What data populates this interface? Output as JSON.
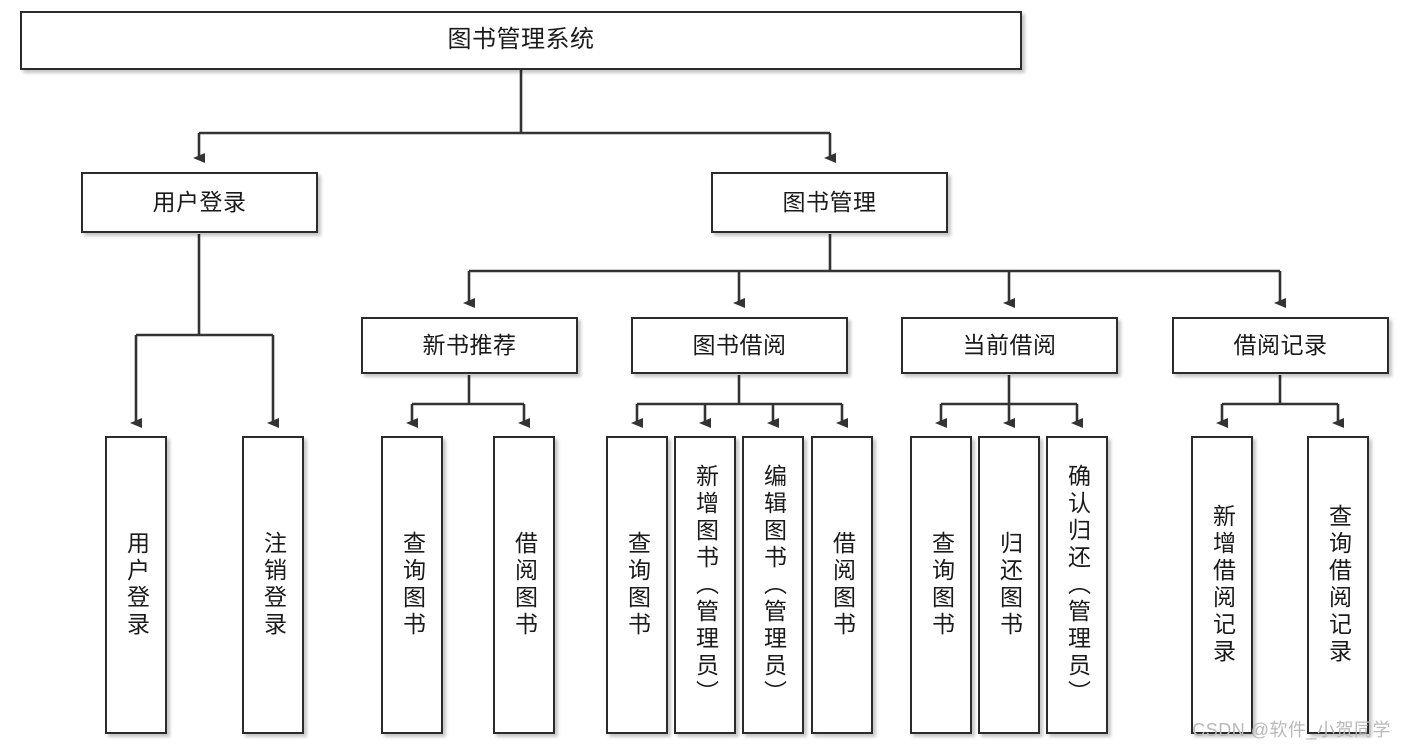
{
  "diagram": {
    "title": "图书管理系统",
    "type": "hierarchy-tree",
    "watermark": "CSDN @软件_小贺同学",
    "colors": {
      "box_border": "#2b2b2b",
      "box_fill": "#ffffff",
      "connector": "#333333",
      "text": "#1a1a1a",
      "watermark": "#b9b9b9"
    },
    "nodes": {
      "root": {
        "label": "图书管理系统",
        "level": 1,
        "orientation": "horizontal"
      },
      "l2_user_login": {
        "label": "用户登录",
        "level": 2,
        "orientation": "horizontal"
      },
      "l2_book_manage": {
        "label": "图书管理",
        "level": 2,
        "orientation": "horizontal"
      },
      "l3_new_book_rec": {
        "label": "新书推荐",
        "level": 3,
        "orientation": "horizontal"
      },
      "l3_book_borrow": {
        "label": "图书借阅",
        "level": 3,
        "orientation": "horizontal"
      },
      "l3_current_borrow": {
        "label": "当前借阅",
        "level": 3,
        "orientation": "horizontal"
      },
      "l3_borrow_record": {
        "label": "借阅记录",
        "level": 3,
        "orientation": "horizontal"
      },
      "leaf_user_login": {
        "label": "用户登录",
        "level": 3,
        "orientation": "vertical"
      },
      "leaf_logout": {
        "label": "注销登录",
        "level": 3,
        "orientation": "vertical"
      },
      "leaf_query_book_a": {
        "label": "查询图书",
        "level": 4,
        "orientation": "vertical"
      },
      "leaf_borrow_book_a": {
        "label": "借阅图书",
        "level": 4,
        "orientation": "vertical"
      },
      "leaf_query_book_b": {
        "label": "查询图书",
        "level": 4,
        "orientation": "vertical"
      },
      "leaf_add_book": {
        "label": "新增图书（管理员）",
        "level": 4,
        "orientation": "vertical"
      },
      "leaf_edit_book": {
        "label": "编辑图书（管理员）",
        "level": 4,
        "orientation": "vertical"
      },
      "leaf_borrow_book_b": {
        "label": "借阅图书",
        "level": 4,
        "orientation": "vertical"
      },
      "leaf_query_book_c": {
        "label": "查询图书",
        "level": 4,
        "orientation": "vertical"
      },
      "leaf_return_book": {
        "label": "归还图书",
        "level": 4,
        "orientation": "vertical"
      },
      "leaf_confirm_return": {
        "label": "确认归还（管理员）",
        "level": 4,
        "orientation": "vertical"
      },
      "leaf_add_record": {
        "label": "新增借阅记录",
        "level": 4,
        "orientation": "vertical"
      },
      "leaf_query_record": {
        "label": "查询借阅记录",
        "level": 4,
        "orientation": "vertical"
      }
    }
  }
}
